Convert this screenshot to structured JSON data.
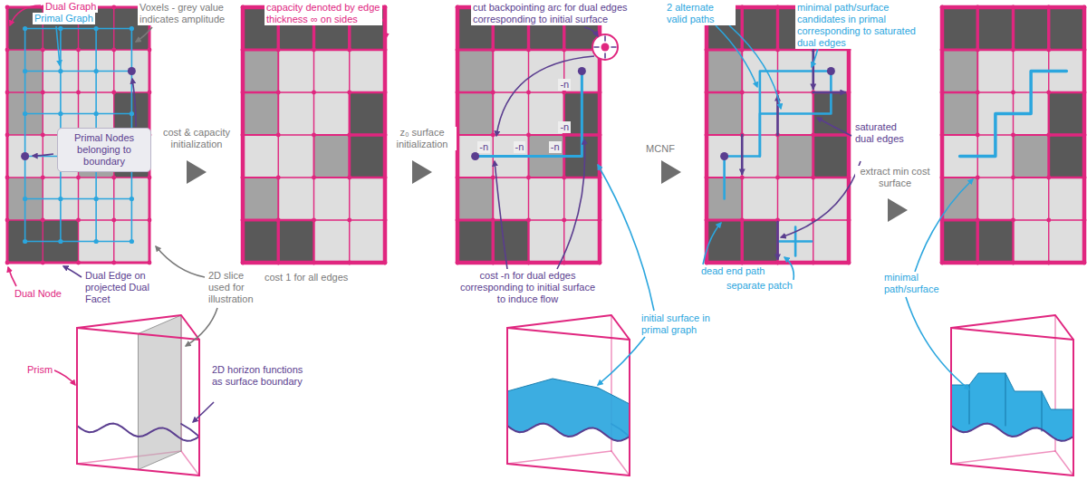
{
  "diagram": {
    "nodes": [
      {
        "text": [
          "Primal Nodes belonging to boundary"
        ]
      }
    ],
    "labels": [
      "Dual Graph",
      "Primal Graph",
      "Voxels - grey value indicates amplitude",
      "Dual Node",
      "Dual Edge on projected Dual Facet",
      "2D slice used for illustration",
      "Prism",
      "2D horizon functions as surface boundary",
      "cost & capacity initialization",
      "capacity denoted by edge thickness ∞ on sides",
      "cost 1 for all edges",
      "z₀ surface initialization",
      "cut backpointing arc for dual edges corresponding to initial surface",
      "-n",
      "-n",
      "-n",
      "-n",
      "-n",
      "cost -n for dual edges corresponding to initial surface to induce flow",
      "initial surface in primal graph",
      "MCNF",
      "2 alternate valid paths",
      "minimal path/surface candidates in primal corresponding to saturated dual edges",
      "saturated dual edges",
      "dead end path",
      "separate patch",
      "extract min cost surface",
      "minimal path/surface"
    ]
  }
}
